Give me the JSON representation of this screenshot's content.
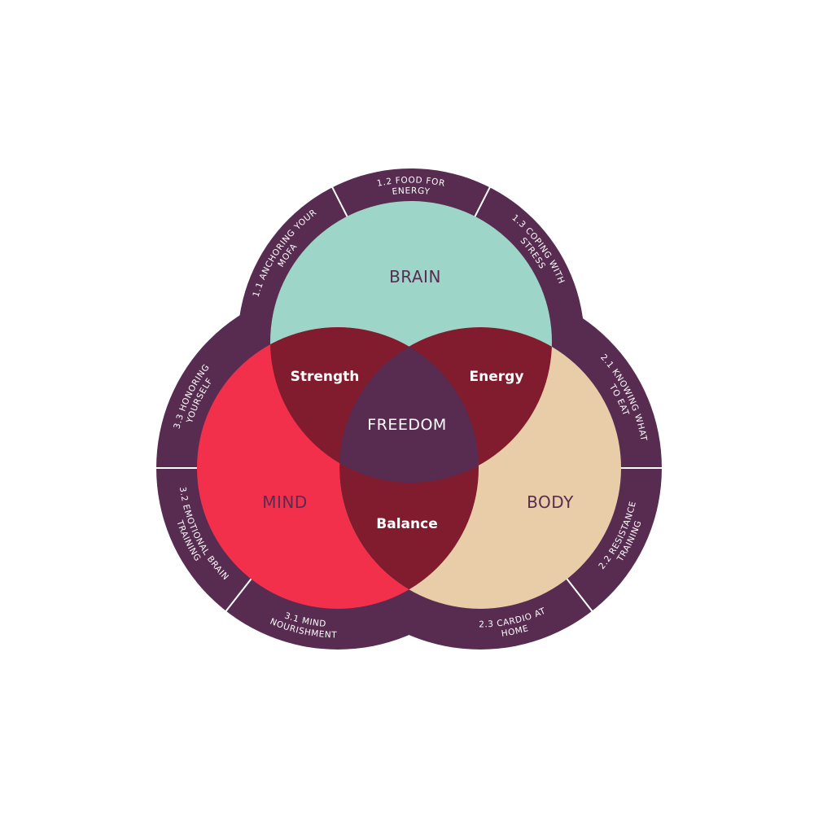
{
  "colors": {
    "ring": "#582c51",
    "divider": "#ffffff",
    "brain": "#9dd6c8",
    "mind": "#f2304b",
    "body": "#e8cda8",
    "overlap": "#811b2e",
    "center": "#582c51",
    "circle_label": "#582c51"
  },
  "circles": {
    "brain": {
      "label": "BRAIN"
    },
    "mind": {
      "label": "MIND"
    },
    "body": {
      "label": "BODY"
    }
  },
  "overlaps": {
    "strength": "Strength",
    "energy": "Energy",
    "balance": "Balance",
    "center": "FREEDOM"
  },
  "segments": {
    "brain": [
      {
        "lines": [
          "1.1 ANCHORING YOUR",
          "MOFA"
        ]
      },
      {
        "lines": [
          "1.2 FOOD FOR",
          "ENERGY"
        ]
      },
      {
        "lines": [
          "1.3 COPING WITH",
          "STRESS"
        ]
      }
    ],
    "body": [
      {
        "lines": [
          "2.1 KNOWING WHAT",
          "TO EAT"
        ]
      },
      {
        "lines": [
          "2.2 RESISTANCE",
          "TRAINING"
        ]
      },
      {
        "lines": [
          "2.3 CARDIO AT",
          "HOME"
        ]
      }
    ],
    "mind": [
      {
        "lines": [
          "3.1 MIND",
          "NOURISHMENT"
        ]
      },
      {
        "lines": [
          "3.2 EMOTIONAL BRAIN",
          "TRAINING"
        ]
      },
      {
        "lines": [
          "3.3 HONORING",
          "YOURSELF"
        ]
      }
    ]
  }
}
